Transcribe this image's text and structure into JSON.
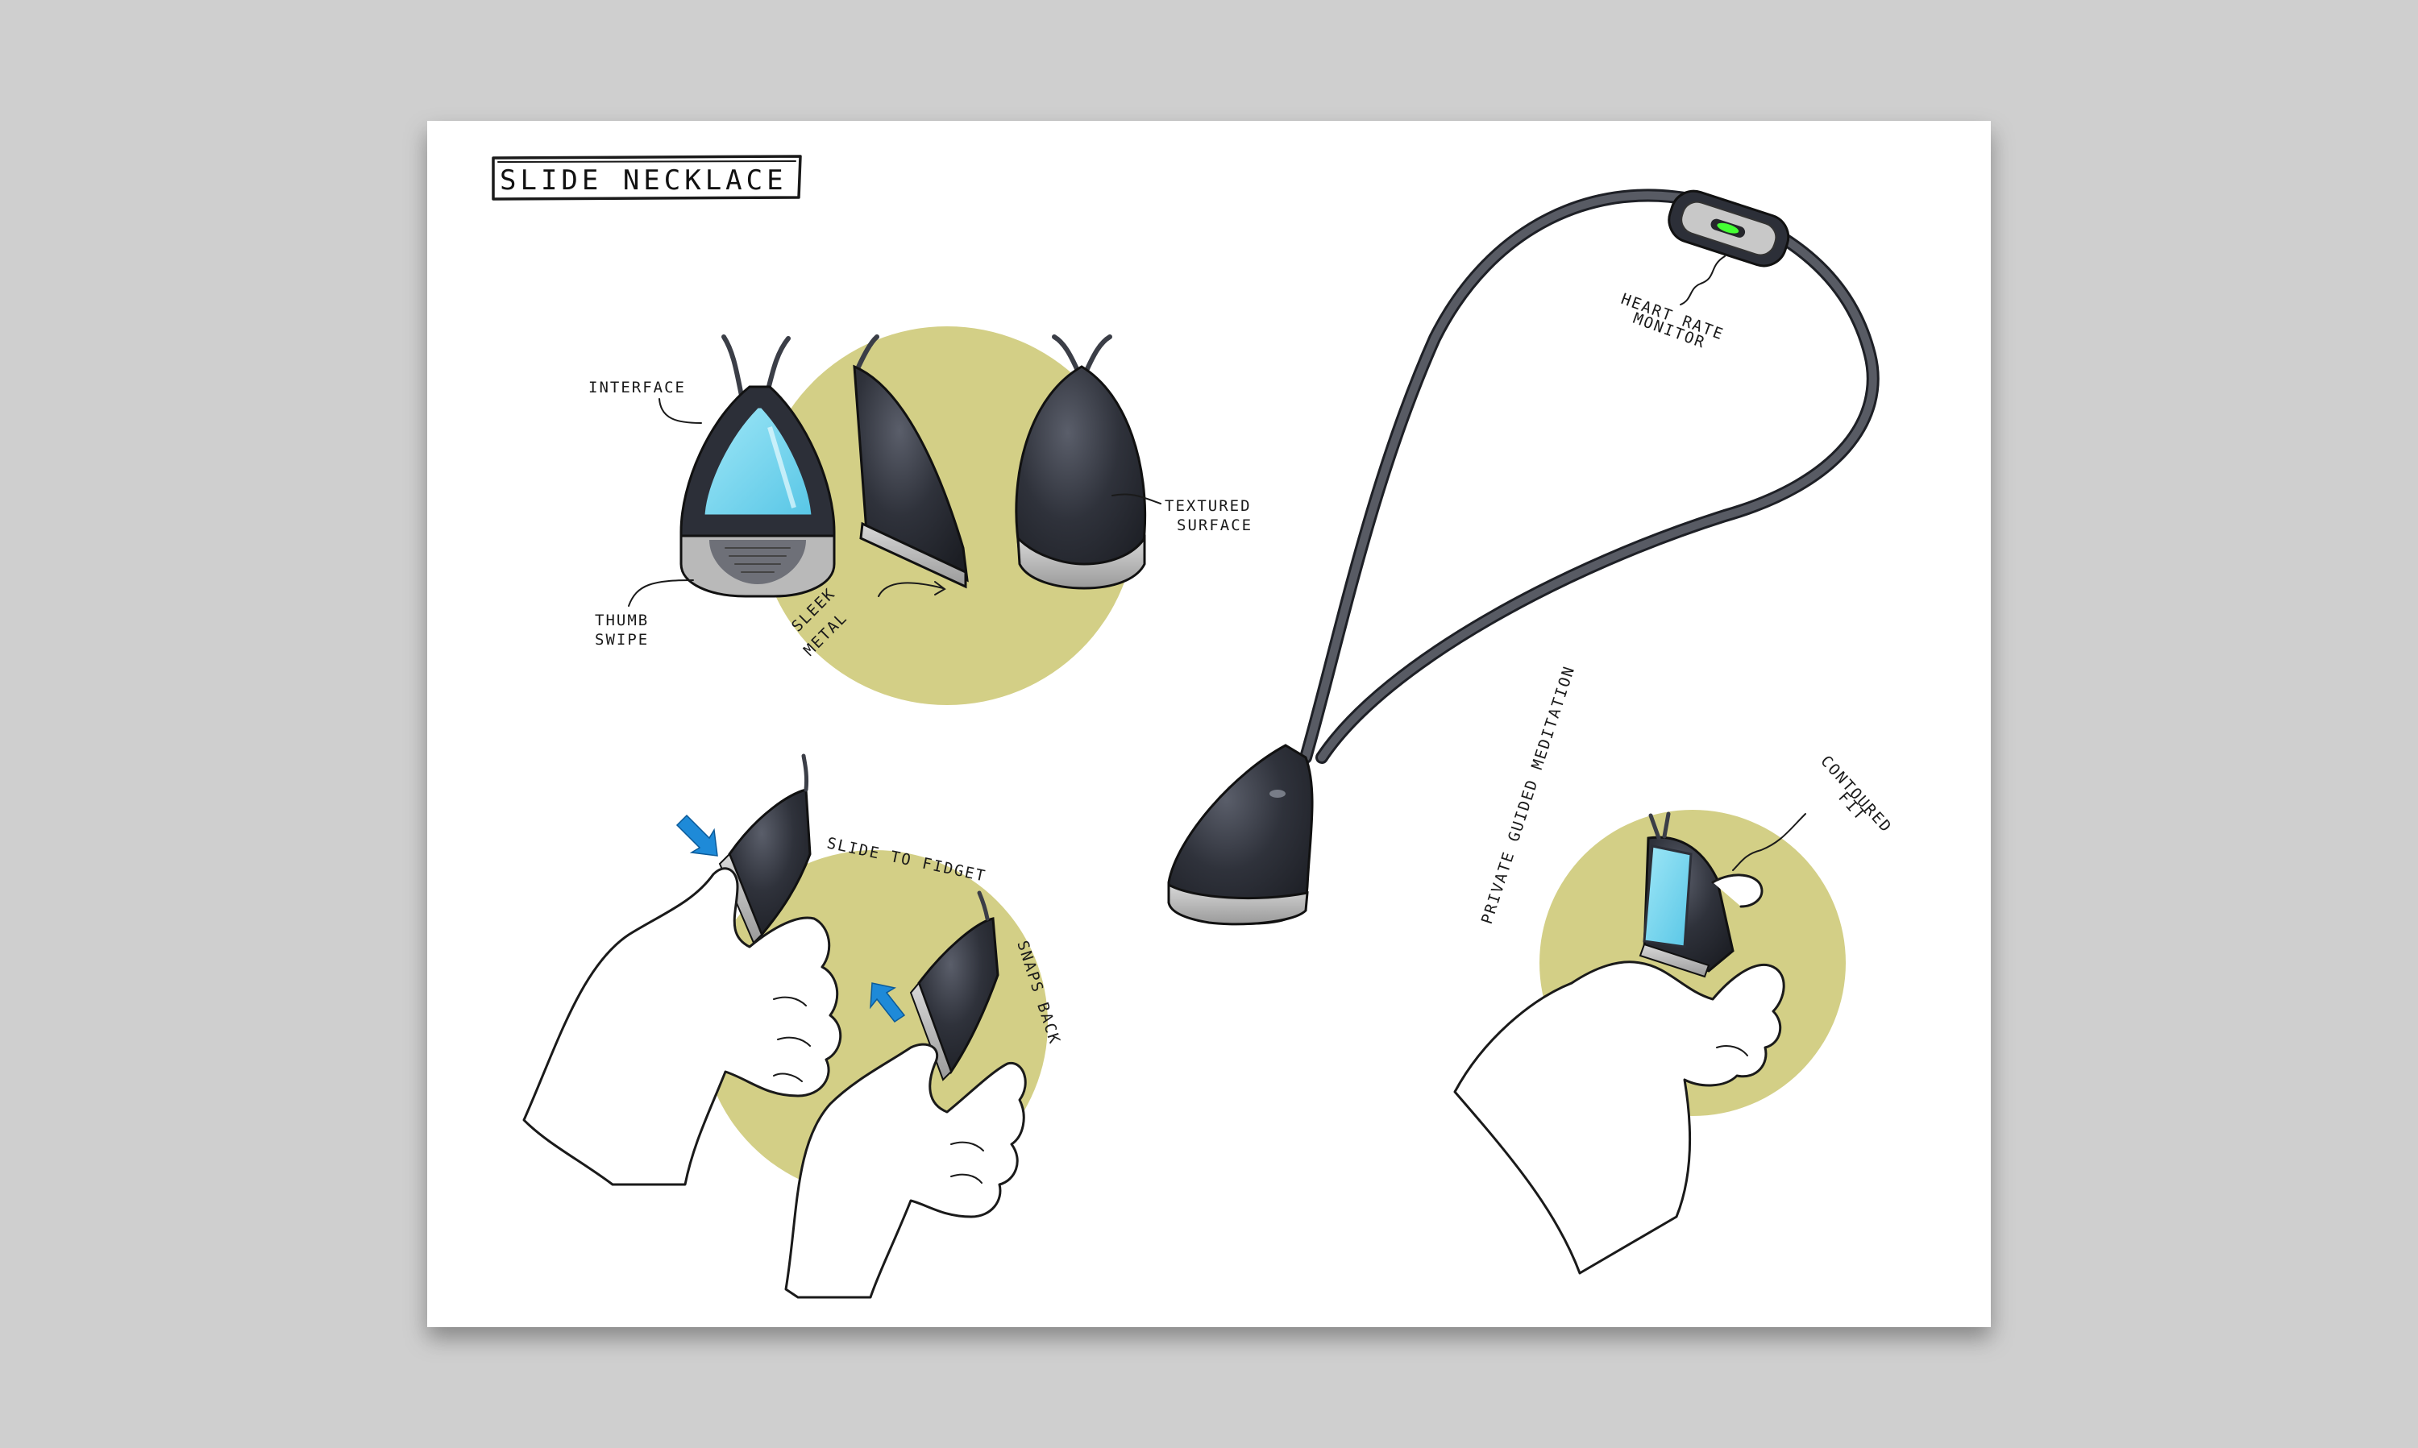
{
  "sheet": {
    "title": "SLIDE NECKLACE",
    "colors": {
      "background": "#cfcfcf",
      "paper": "#ffffff",
      "accent_circle": "#d3cf86",
      "body": "#2c2f38",
      "screen": "#79d7ef",
      "metal": "#b9b9b9",
      "led": "#44ff33",
      "arrow": "#1e8ad8"
    }
  },
  "labels": {
    "interface": "INTERFACE",
    "thumb_swipe_1": "THUMB",
    "thumb_swipe_2": "SWIPE",
    "sleek_metal_1": "SLEEK",
    "sleek_metal_2": "METAL",
    "textured_surface_1": "TEXTURED",
    "textured_surface_2": "SURFACE",
    "heart_rate_1": "HEART RATE",
    "heart_rate_2": "MONITOR",
    "slide_to_fidget": "SLIDE TO FIDGET",
    "snaps_back": "SNAPS BACK",
    "private_guided_meditation": "PRIVATE GUIDED MEDITATION",
    "contoured_fit_1": "CONTOURED",
    "contoured_fit_2": "FIT"
  }
}
